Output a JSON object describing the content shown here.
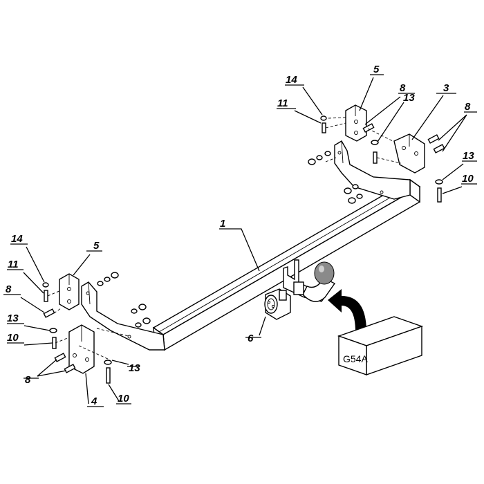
{
  "callouts": {
    "c1": "1",
    "c3": "3",
    "c4": "4",
    "c5_right": "5",
    "c5_left": "5",
    "c6": "6",
    "c8_right_top": "8",
    "c8_right": "8",
    "c8_left_top": "8",
    "c8_left_bottom": "8",
    "c10_right": "10",
    "c10_left_top": "10",
    "c10_left_bottom": "10",
    "c11_right": "11",
    "c11_left": "11",
    "c13_right_top": "13",
    "c13_right": "13",
    "c13_left_top": "13",
    "c13_left_bottom": "13",
    "c14_right": "14",
    "c14_left": "14"
  },
  "kit_box": {
    "label": "G54A"
  },
  "colors": {
    "stroke": "#000000",
    "background": "#ffffff",
    "ball_shade": "#8a8a8a"
  }
}
